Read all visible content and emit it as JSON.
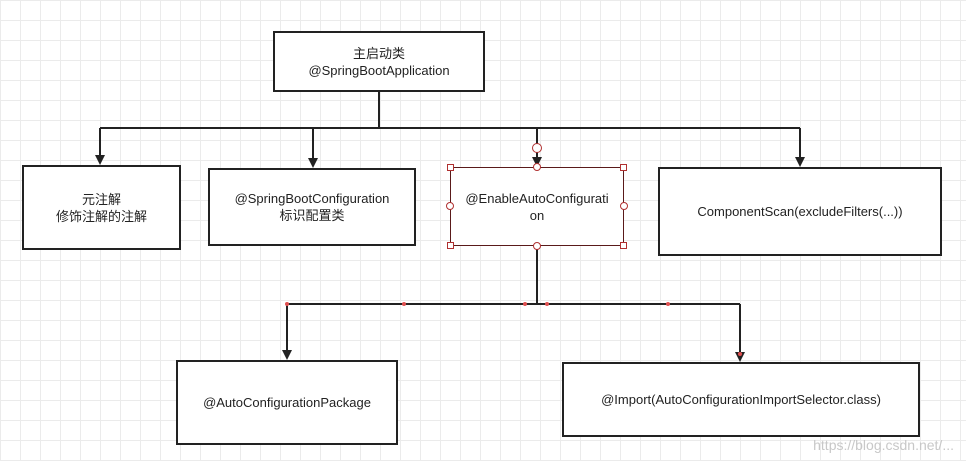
{
  "nodes": {
    "main": {
      "line1": "主启动类",
      "line2": "@SpringBootApplication"
    },
    "meta": {
      "line1": "元注解",
      "line2": "修饰注解的注解"
    },
    "sbc": {
      "line1": "@SpringBootConfiguration",
      "line2": "标识配置类"
    },
    "enable": {
      "line1": "@EnableAutoConfiguration"
    },
    "cscan": {
      "line1": "ComponentScan(excludeFilters(...))"
    },
    "acp": {
      "line1": "@AutoConfigurationPackage"
    },
    "import": {
      "line1": "@Import(AutoConfigurationImportSelector.class)"
    }
  },
  "watermark": "https://blog.csdn.net/...",
  "colors": {
    "stroke": "#222222",
    "handle": "#b03030",
    "selected_border": "#5a1a1a"
  }
}
